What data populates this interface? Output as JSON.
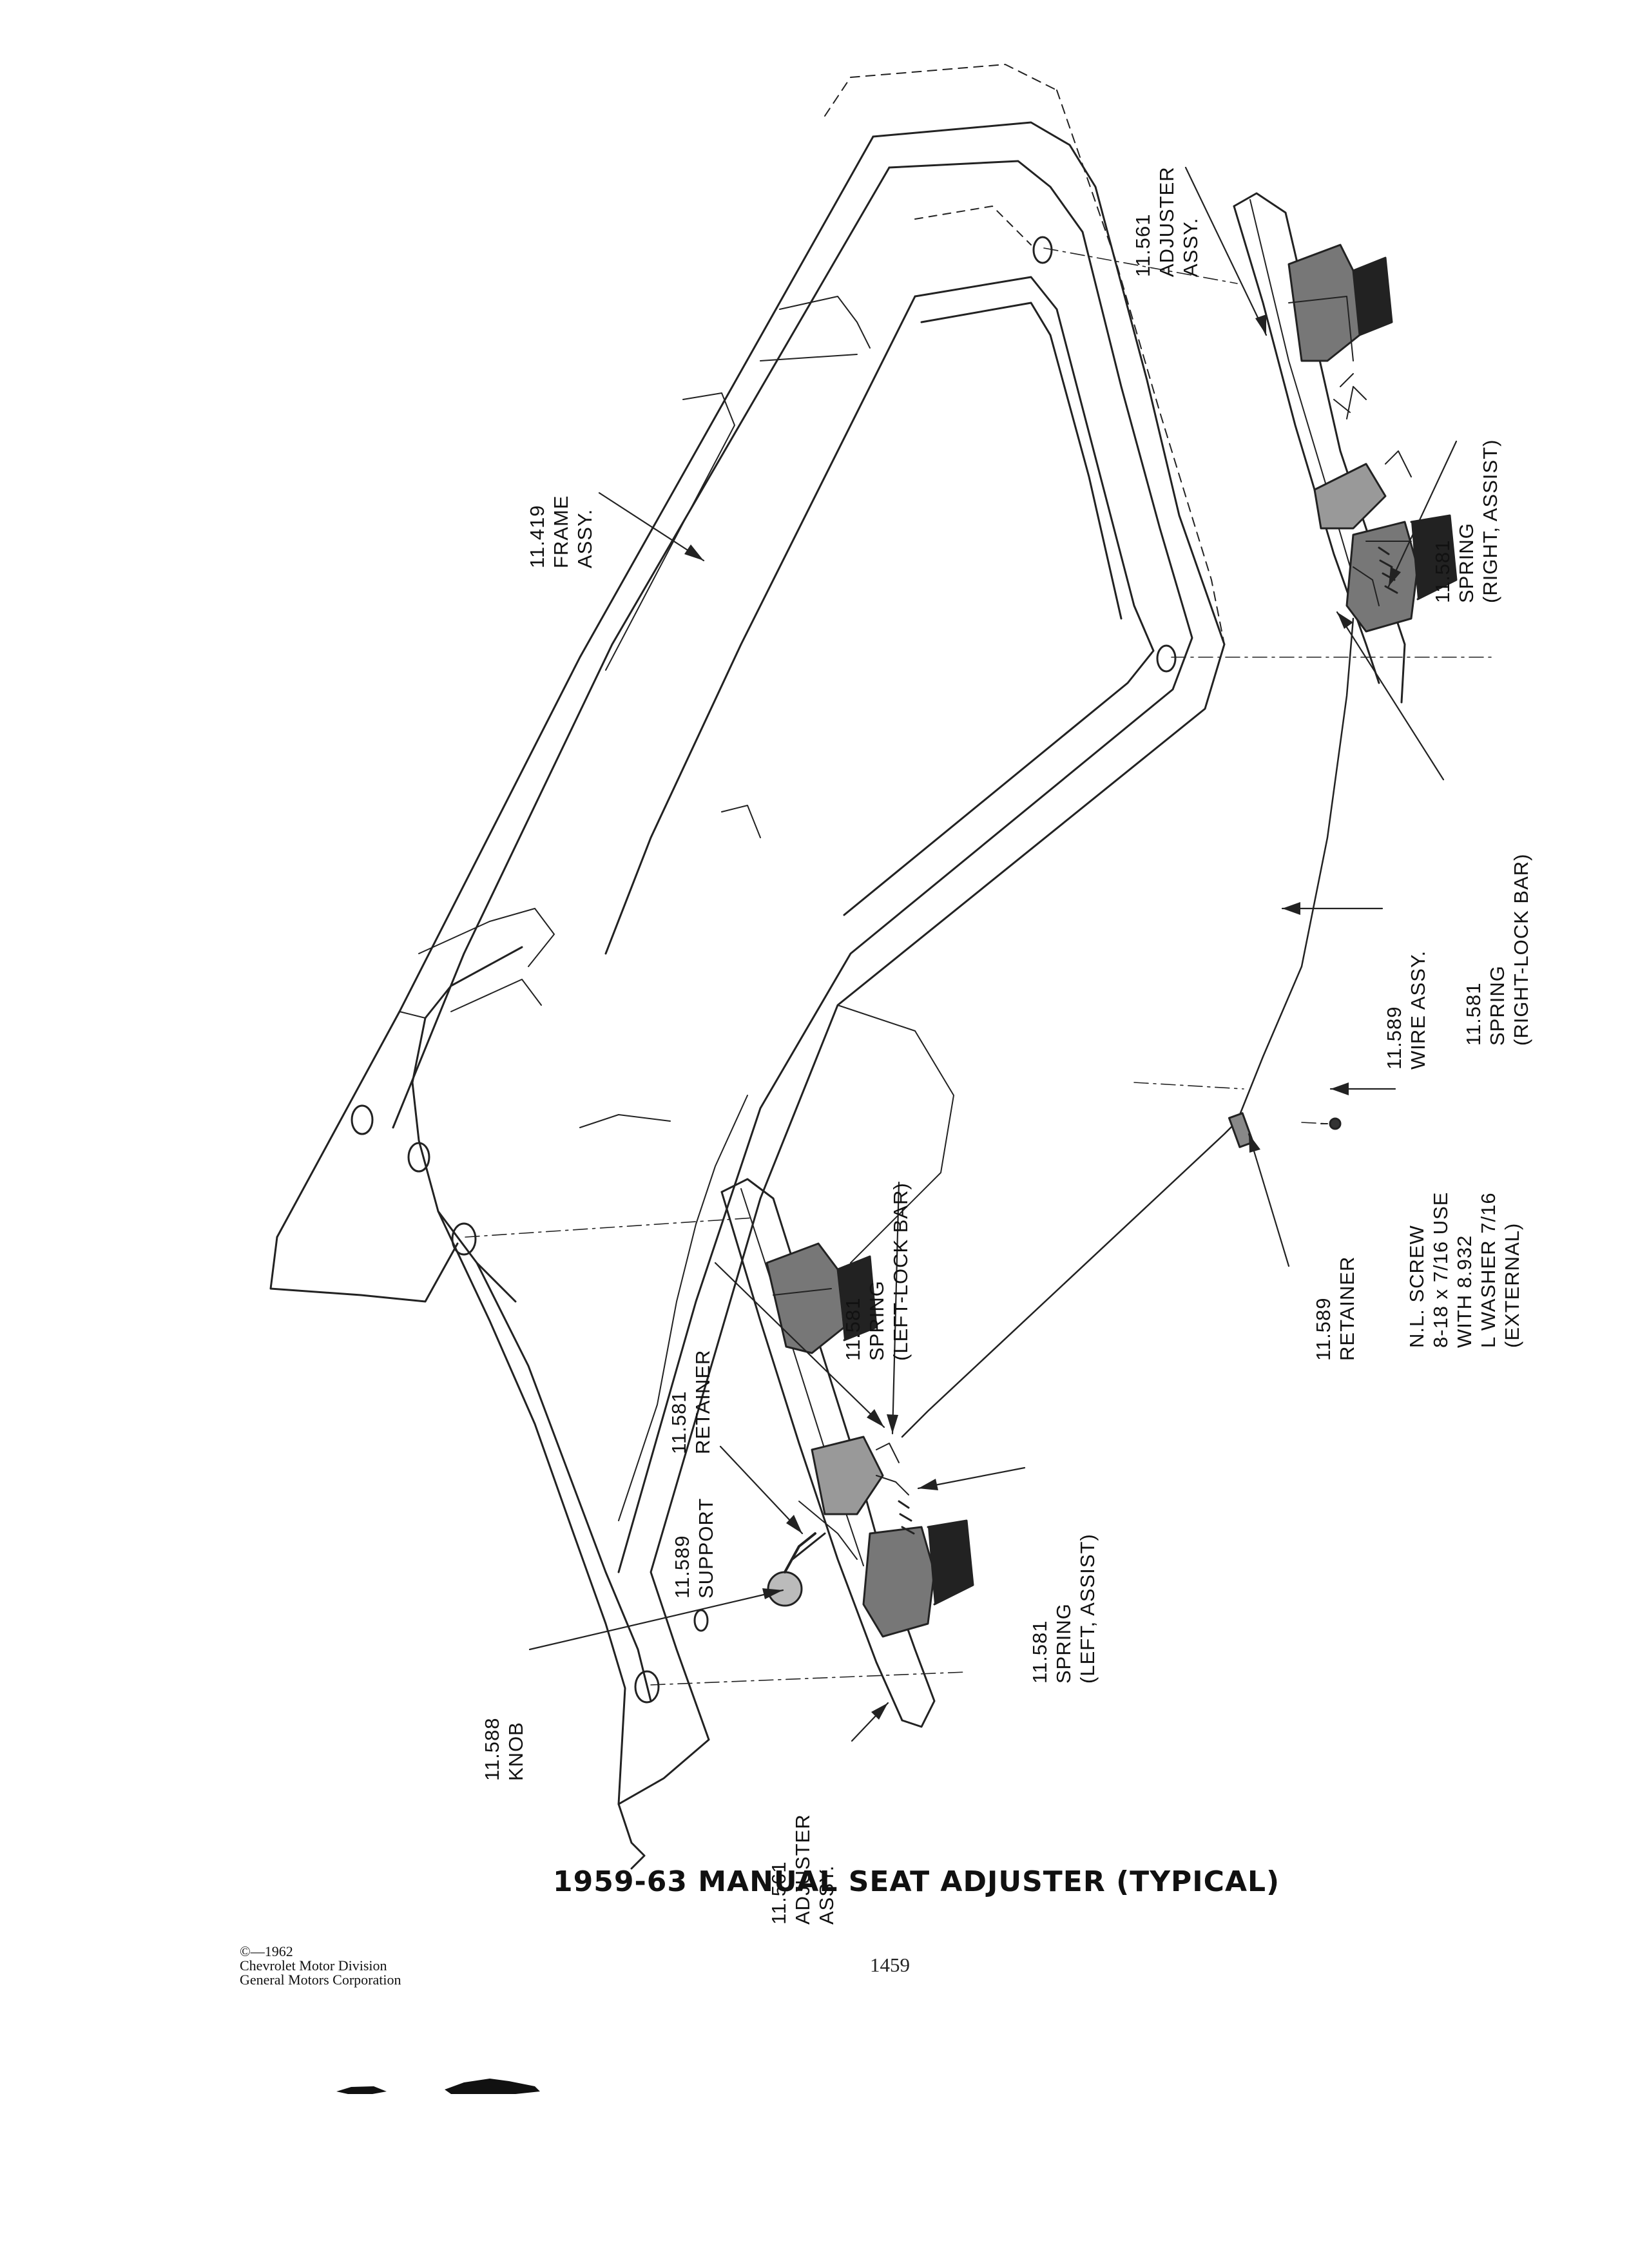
{
  "figure": {
    "title": "1959-63 MANUAL SEAT ADJUSTER (TYPICAL)",
    "page_number": "1459",
    "copyright": [
      "©—1962",
      "Chevrolet Motor Division",
      "General Motors Corporation"
    ]
  },
  "callouts": {
    "adjuster_top": [
      "11.561",
      "ADJUSTER",
      "ASSY."
    ],
    "frame": [
      "11.419",
      "FRAME",
      "ASSY."
    ],
    "spring_right_assist": [
      "11.581",
      "SPRING",
      "(RIGHT, ASSIST)"
    ],
    "spring_right_lock": [
      "11.581",
      "SPRING",
      "(RIGHT-LOCK BAR)"
    ],
    "wire": [
      "11.589",
      "WIRE ASSY."
    ],
    "screw": [
      "N.L. SCREW",
      "8-18 x 7/16 USE",
      "WITH 8.932",
      "L WASHER 7/16",
      "(EXTERNAL)"
    ],
    "retainer_right": [
      "11.589",
      "RETAINER"
    ],
    "spring_left_lock": [
      "11.581",
      "SPRING",
      "(LEFT-LOCK BAR)"
    ],
    "retainer_left": [
      "11.581",
      "RETAINER"
    ],
    "support": [
      "11.589",
      "SUPPORT"
    ],
    "spring_left_assist": [
      "11.581",
      "SPRING",
      "(LEFT, ASSIST)"
    ],
    "knob": [
      "11.588",
      "KNOB"
    ],
    "adjuster_bottom": [
      "11.561",
      "ADJUSTER",
      "ASSY."
    ]
  }
}
